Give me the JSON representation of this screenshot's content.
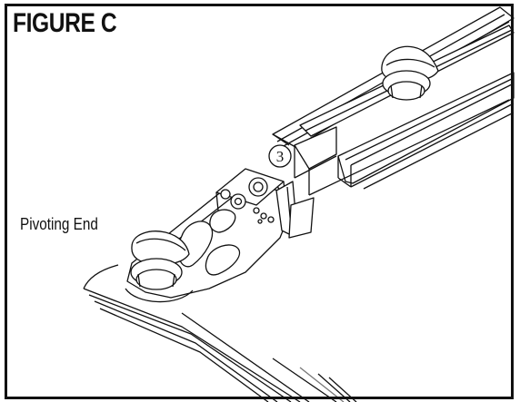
{
  "figure": {
    "title": "FIGURE C",
    "callout_label": "Pivoting End",
    "step_number": "3"
  },
  "colors": {
    "line": "#111111",
    "frame": "#111111",
    "background": "#ffffff",
    "shade": "#cfcfcf"
  }
}
